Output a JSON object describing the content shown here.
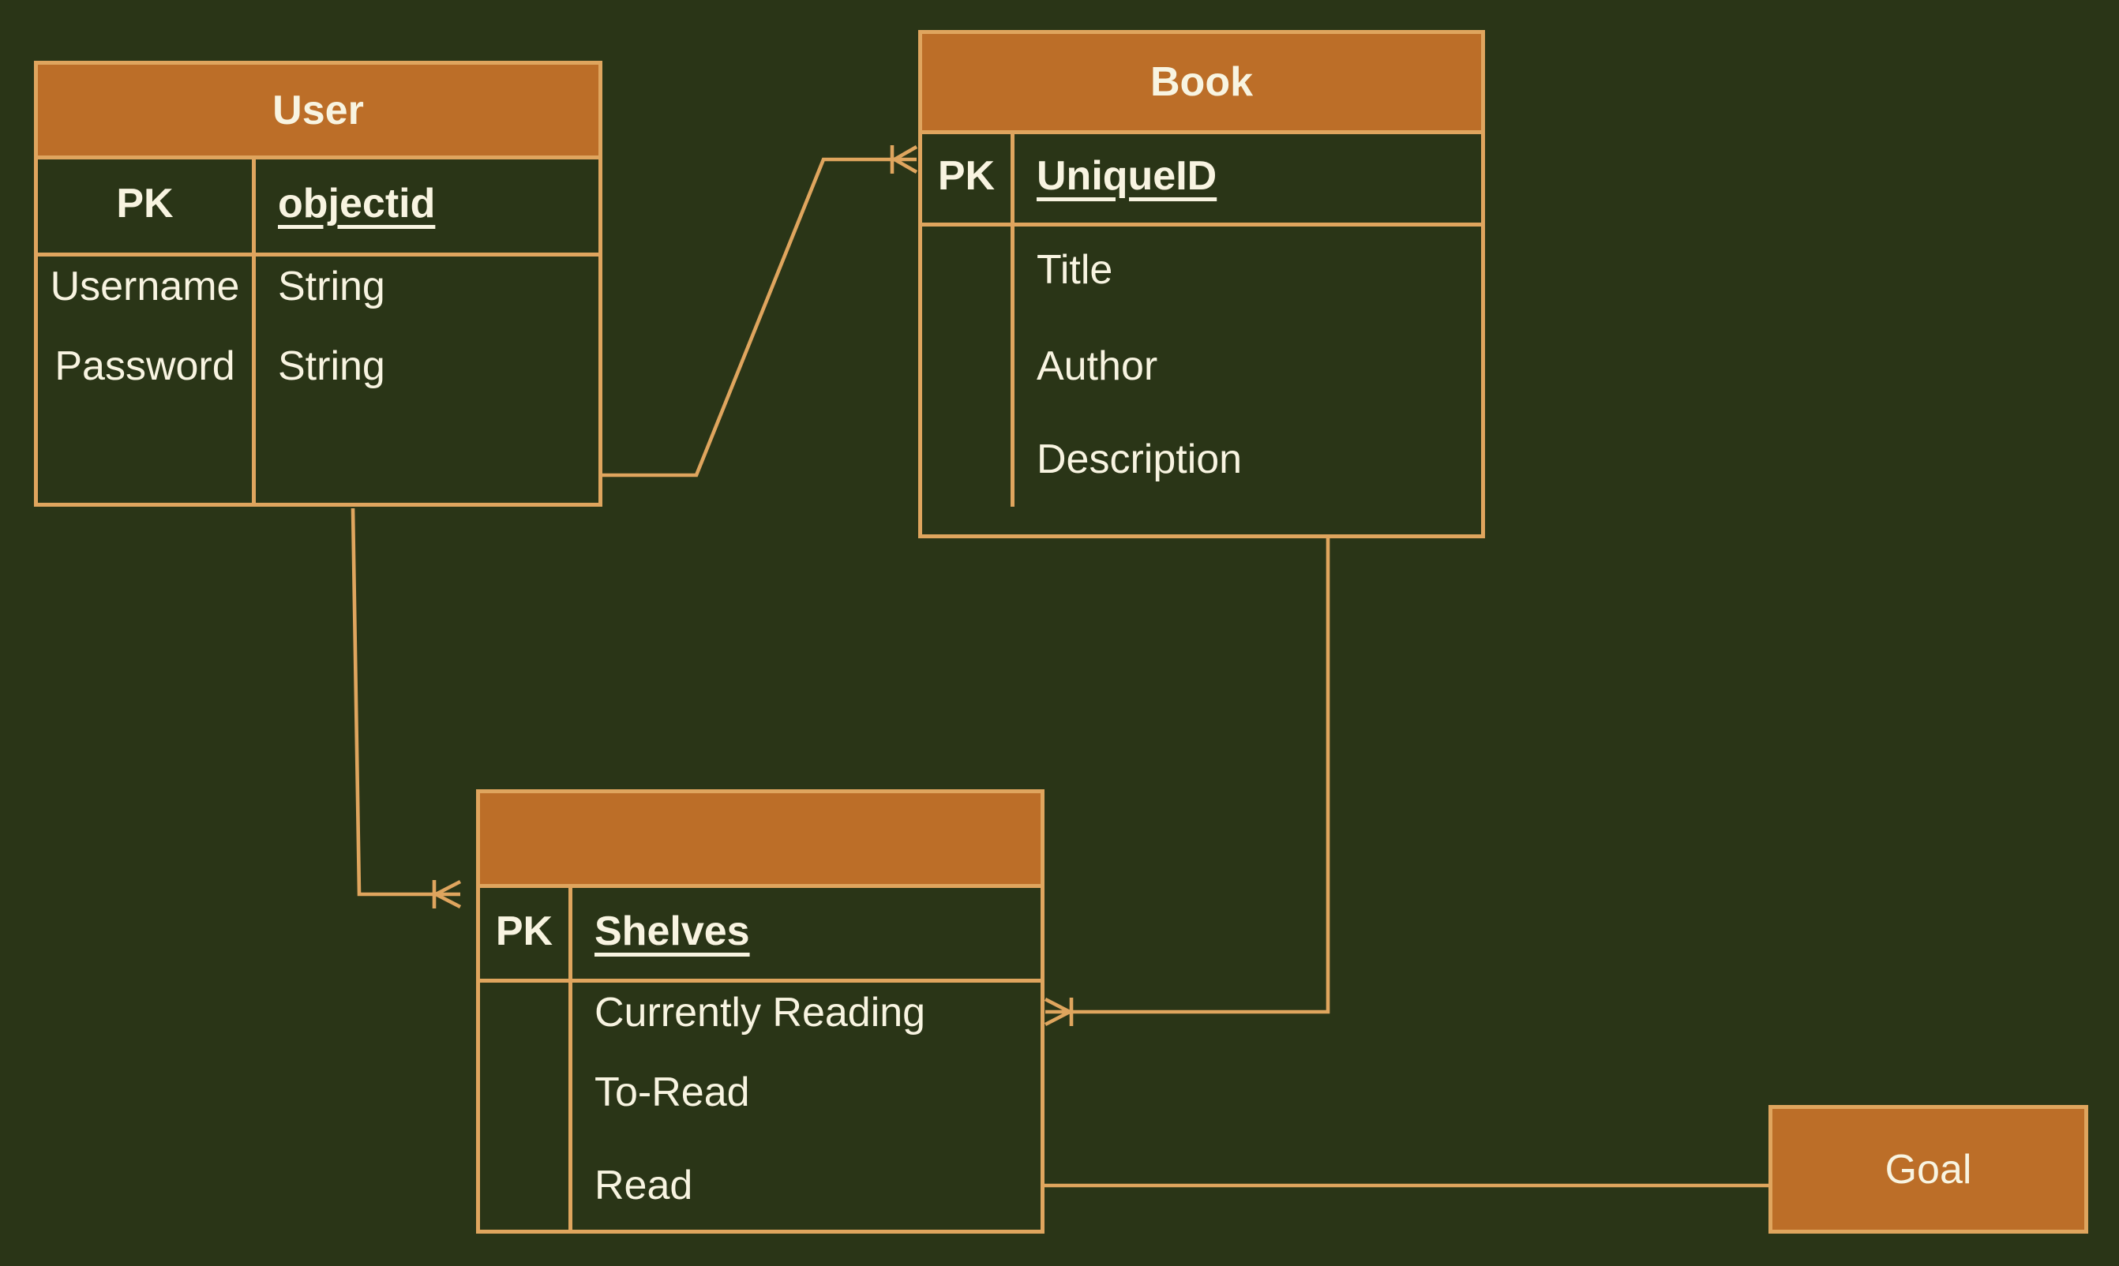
{
  "theme": {
    "background": "#2a3517",
    "entity_header_fill": "#bc6e28",
    "line_color": "#dfa55e",
    "text_color": "#f8f4e1"
  },
  "entities": {
    "user": {
      "title": "User",
      "pk_label": "PK",
      "pk_attribute": "objectid",
      "attributes": [
        {
          "name": "Username",
          "type": "String"
        },
        {
          "name": "Password",
          "type": "String"
        }
      ]
    },
    "book": {
      "title": "Book",
      "pk_label": "PK",
      "pk_attribute": "UniqueID",
      "attributes": [
        {
          "name": "Title"
        },
        {
          "name": "Author"
        },
        {
          "name": "Description"
        }
      ]
    },
    "shelves": {
      "title": "",
      "pk_label": "PK",
      "pk_attribute": "Shelves",
      "attributes": [
        {
          "name": "Currently Reading"
        },
        {
          "name": "To-Read"
        },
        {
          "name": "Read"
        }
      ]
    },
    "goal": {
      "label": "Goal"
    }
  },
  "relationships": [
    {
      "from": "User",
      "to": "Book",
      "notation": "crow-foot-with-bar-at-Book"
    },
    {
      "from": "User",
      "to": "Shelves",
      "notation": "crow-foot-with-bar-at-Shelves"
    },
    {
      "from": "Book",
      "to": "Shelves",
      "notation": "crow-foot-with-bar-at-Shelves"
    },
    {
      "from": "Shelves",
      "to": "Goal",
      "notation": "plain-line"
    }
  ]
}
